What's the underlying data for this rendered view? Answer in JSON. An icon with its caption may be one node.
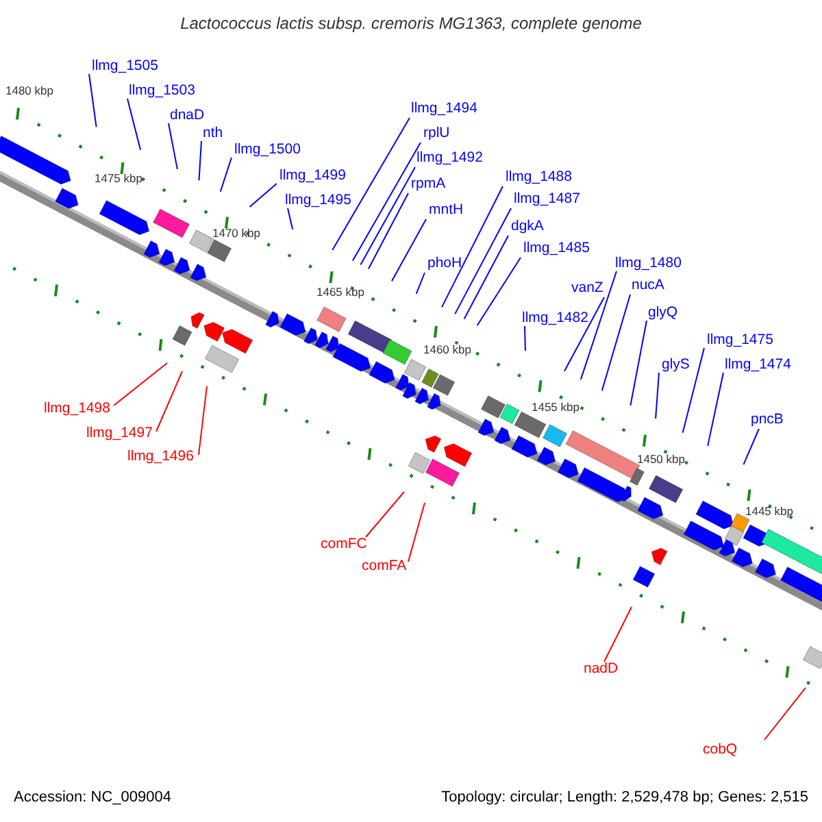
{
  "diagram": {
    "title": "Lactococcus lactis subsp. cremoris MG1363, complete genome",
    "nodes": [
      {
        "text": [
          "llmg_1505"
        ]
      },
      {
        "text": [
          "llmg_1503"
        ]
      },
      {
        "text": [
          "dnaD"
        ]
      },
      {
        "text": [
          "nth"
        ]
      },
      {
        "text": [
          "llmg_1500"
        ]
      },
      {
        "text": [
          "llmg_1499"
        ]
      },
      {
        "text": [
          "llmg_1495"
        ]
      },
      {
        "text": [
          "llmg_1494"
        ]
      },
      {
        "text": [
          "rplU"
        ]
      },
      {
        "text": [
          "llmg_1492"
        ]
      },
      {
        "text": [
          "rpmA"
        ]
      },
      {
        "text": [
          "mntH"
        ]
      },
      {
        "text": [
          "phoH"
        ]
      },
      {
        "text": [
          "llmg_1488"
        ]
      },
      {
        "text": [
          "llmg_1487"
        ]
      },
      {
        "text": [
          "dgkA"
        ]
      },
      {
        "text": [
          "llmg_1485"
        ]
      },
      {
        "text": [
          "llmg_1480"
        ]
      },
      {
        "text": [
          "vanZ"
        ]
      },
      {
        "text": [
          "nucA"
        ]
      },
      {
        "text": [
          "llmg_1482"
        ]
      },
      {
        "text": [
          "glyQ"
        ]
      },
      {
        "text": [
          "glyS"
        ]
      },
      {
        "text": [
          "llmg_1475"
        ]
      },
      {
        "text": [
          "llmg_1474"
        ]
      },
      {
        "text": [
          "pncB"
        ]
      },
      {
        "text": [
          "llmg_1498"
        ]
      },
      {
        "text": [
          "llmg_1497"
        ]
      },
      {
        "text": [
          "llmg_1496"
        ]
      },
      {
        "text": [
          "comFC"
        ]
      },
      {
        "text": [
          "comFA"
        ]
      },
      {
        "text": [
          "nadD"
        ]
      },
      {
        "text": [
          "cobQ"
        ]
      }
    ],
    "edges": [
      {
        "from": 0,
        "to": null,
        "arrow": "none"
      },
      {
        "from": 1,
        "to": null,
        "arrow": "none"
      },
      {
        "from": 2,
        "to": null,
        "arrow": "none"
      },
      {
        "from": 3,
        "to": null,
        "arrow": "none"
      },
      {
        "from": 4,
        "to": null,
        "arrow": "none"
      },
      {
        "from": 5,
        "to": null,
        "arrow": "none"
      },
      {
        "from": 6,
        "to": null,
        "arrow": "none"
      },
      {
        "from": 7,
        "to": null,
        "arrow": "none"
      },
      {
        "from": 8,
        "to": null,
        "arrow": "none"
      },
      {
        "from": 9,
        "to": null,
        "arrow": "none"
      },
      {
        "from": 10,
        "to": null,
        "arrow": "none"
      },
      {
        "from": 11,
        "to": null,
        "arrow": "none"
      },
      {
        "from": 12,
        "to": null,
        "arrow": "none"
      },
      {
        "from": 13,
        "to": null,
        "arrow": "none"
      },
      {
        "from": 14,
        "to": null,
        "arrow": "none"
      },
      {
        "from": 15,
        "to": null,
        "arrow": "none"
      },
      {
        "from": 16,
        "to": null,
        "arrow": "none"
      },
      {
        "from": 17,
        "to": null,
        "arrow": "none"
      },
      {
        "from": 18,
        "to": null,
        "arrow": "none"
      },
      {
        "from": 19,
        "to": null,
        "arrow": "none"
      },
      {
        "from": 20,
        "to": null,
        "arrow": "none"
      },
      {
        "from": 21,
        "to": null,
        "arrow": "none"
      },
      {
        "from": 22,
        "to": null,
        "arrow": "none"
      },
      {
        "from": 23,
        "to": null,
        "arrow": "none"
      },
      {
        "from": 24,
        "to": null,
        "arrow": "none"
      },
      {
        "from": 25,
        "to": null,
        "arrow": "none"
      },
      {
        "from": 26,
        "to": null,
        "arrow": "none",
        "color": "#ff0000"
      },
      {
        "from": 27,
        "to": null,
        "arrow": "none",
        "color": "#ff0000"
      },
      {
        "from": 28,
        "to": null,
        "arrow": "none",
        "color": "#ff0000"
      },
      {
        "from": 29,
        "to": null,
        "arrow": "none",
        "color": "#ff0000"
      },
      {
        "from": 30,
        "to": null,
        "arrow": "none",
        "color": "#ff0000"
      },
      {
        "from": 31,
        "to": null,
        "arrow": "none",
        "color": "#ff0000"
      },
      {
        "from": 32,
        "to": null,
        "arrow": "none",
        "color": "#ff0000"
      }
    ],
    "labels": [
      "1480 kbp",
      "1475 kbp",
      "1470 kbp",
      "1465 kbp",
      "1460 kbp",
      "1455 kbp",
      "1450 kbp",
      "1445 kbp",
      "Accession: NC_009004",
      "Topology: circular; Length: 2,529,478 bp; Genes: 2,515"
    ]
  }
}
